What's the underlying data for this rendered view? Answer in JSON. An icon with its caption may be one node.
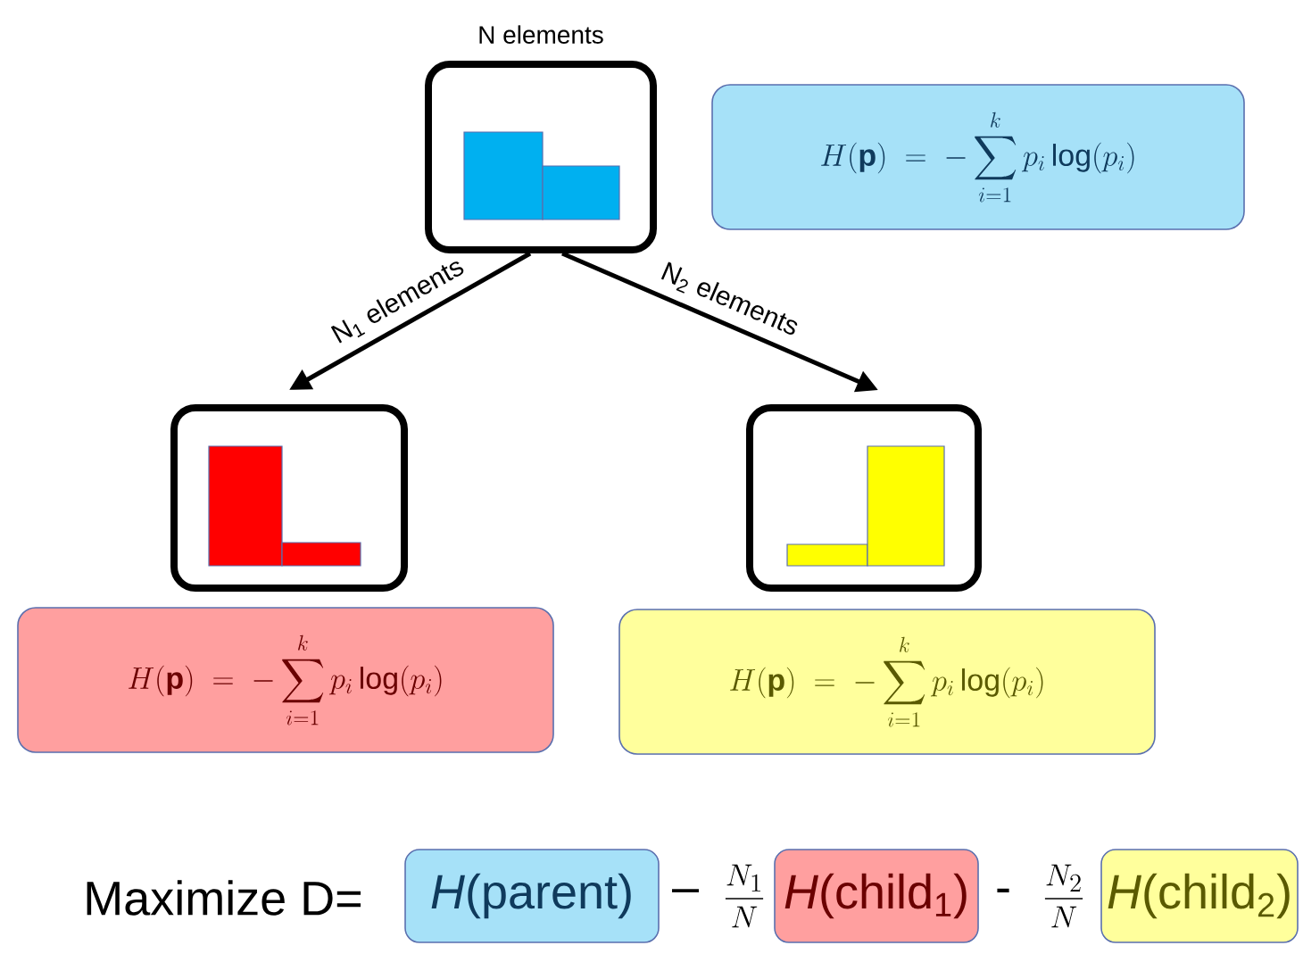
{
  "diagram": {
    "nodes": [
      {
        "text": [],
        "shape": "box",
        "beside": [
          "N elements"
        ]
      },
      {
        "text": [],
        "shape": "box"
      },
      {
        "text": [],
        "shape": "box"
      },
      {
        "text": [
          "H(\\mathbf{p}) \\;=\\; -\\sum_{i=1}^{k} p_i \\log(p_i)"
        ]
      },
      {
        "text": [
          "H(\\mathbf{p}) \\;=\\; -\\sum_{i=1}^{k} p_i \\log(p_i)"
        ]
      },
      {
        "text": [
          "H(\\mathbf{p}) \\;=\\; -\\sum_{i=1}^{k} p_i \\log(p_i)"
        ]
      },
      {
        "text": [
          "*H*(parent)"
        ]
      },
      {
        "text": [
          "*H*(child$_{1}$)"
        ]
      },
      {
        "text": [
          "*H*(child$_{2}$)"
        ]
      }
    ],
    "edges": [
      {
        "from": 0,
        "to": 1,
        "arrow": "to",
        "label": "N$_{1}$ elements"
      },
      {
        "from": 0,
        "to": 2,
        "arrow": "to",
        "label": "N$_{2}$ elements"
      }
    ],
    "labels": [
      "Maximize  D=",
      "–",
      "\\frac{N_1}{N}",
      "-",
      "\\frac{N_2}{N}"
    ]
  }
}
